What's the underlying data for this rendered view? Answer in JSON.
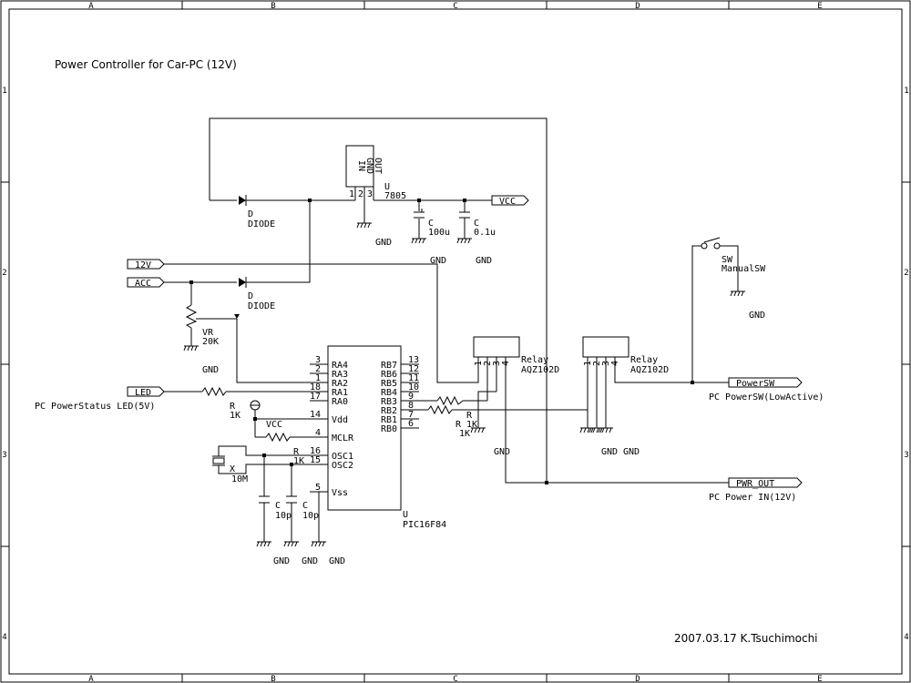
{
  "title": "Power Controller for Car-PC (12V)",
  "signature": "2007.03.17   K.Tsuchimochi",
  "frame": {
    "col_labels": [
      "A",
      "B",
      "C",
      "D",
      "E"
    ],
    "row_labels": [
      "1",
      "2",
      "3",
      "4"
    ]
  },
  "regulator": {
    "pins_text": [
      "IN",
      "GND",
      "OUT"
    ],
    "pin_nums": [
      "1",
      "2",
      "3"
    ],
    "ref": "U",
    "part": "7805"
  },
  "diode1": {
    "ref": "D",
    "value": "DIODE"
  },
  "diode2": {
    "ref": "D",
    "value": "DIODE"
  },
  "cap_100u": {
    "ref": "C",
    "value": "100u"
  },
  "cap_01u": {
    "ref": "C",
    "value": "0.1u"
  },
  "vcc_port": "VCC",
  "port_12v": "12V",
  "port_acc": "ACC",
  "port_led": "LED",
  "led_desc": "PC PowerStatus LED(5V)",
  "vr": {
    "ref": "VR",
    "value": "20K"
  },
  "gnd": "GND",
  "r_led": {
    "ref": "R",
    "value": "1K"
  },
  "r_mclr": {
    "ref": "R",
    "value": "1K"
  },
  "vcc_local": "VCC",
  "crystal": {
    "ref": "X",
    "value": "10M"
  },
  "cap_osc1": {
    "ref": "C",
    "value": "10p"
  },
  "cap_osc2": {
    "ref": "C",
    "value": "10p"
  },
  "mcu": {
    "ref": "U",
    "part": "PIC16F84",
    "left_pins": [
      {
        "num": "3",
        "name": "RA4"
      },
      {
        "num": "2",
        "name": "RA3"
      },
      {
        "num": "1",
        "name": "RA2"
      },
      {
        "num": "18",
        "name": "RA1"
      },
      {
        "num": "17",
        "name": "RA0"
      },
      {
        "num": "14",
        "name": "Vdd"
      },
      {
        "num": "4",
        "name": "MCLR"
      },
      {
        "num": "16",
        "name": "OSC1"
      },
      {
        "num": "15",
        "name": "OSC2"
      },
      {
        "num": "5",
        "name": "Vss"
      }
    ],
    "right_pins": [
      {
        "num": "13",
        "name": "RB7"
      },
      {
        "num": "12",
        "name": "RB6"
      },
      {
        "num": "11",
        "name": "RB5"
      },
      {
        "num": "10",
        "name": "RB4"
      },
      {
        "num": "9",
        "name": "RB3"
      },
      {
        "num": "8",
        "name": "RB2"
      },
      {
        "num": "7",
        "name": "RB1"
      },
      {
        "num": "6",
        "name": "RB0"
      }
    ]
  },
  "r_rb3": {
    "ref": "R",
    "value": "1K"
  },
  "r_rb2": {
    "ref": "R",
    "value": "1K"
  },
  "relay1": {
    "ref": "Relay",
    "part": "AQZ102D",
    "pin_nums": [
      "1",
      "2",
      "3",
      "4"
    ]
  },
  "relay2": {
    "ref": "Relay",
    "part": "AQZ102D",
    "pin_nums": [
      "1",
      "2",
      "3",
      "4"
    ]
  },
  "sw": {
    "ref": "SW",
    "value": "ManualSW"
  },
  "port_powersw": "PowerSW",
  "powersw_desc": "PC PowerSW(LowActive)",
  "port_pwr_out": "PWR_OUT",
  "pwr_out_desc": "PC Power IN(12V)"
}
